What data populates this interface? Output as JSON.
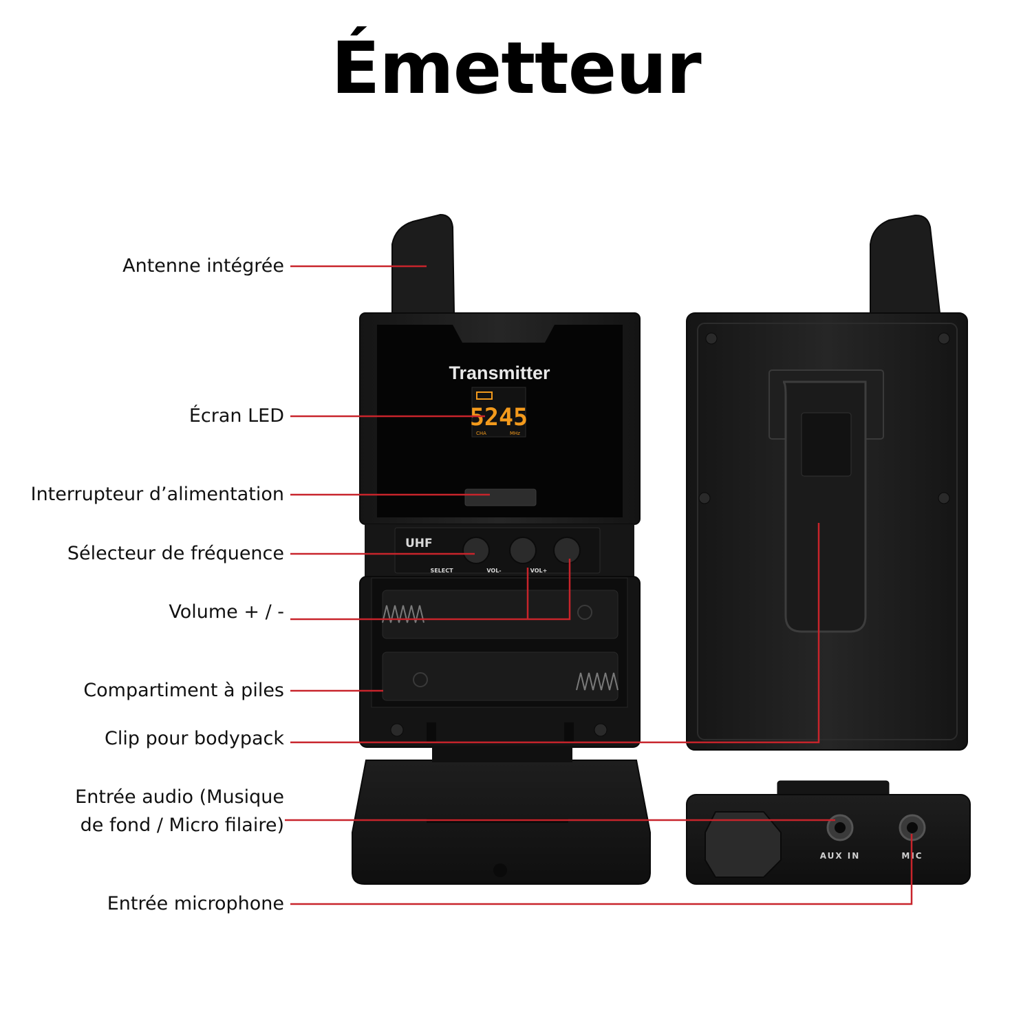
{
  "title": "Émetteur",
  "labels": {
    "antenna": "Antenne intégrée",
    "screen": "Écran LED",
    "power": "Interrupteur d’alimentation",
    "freq": "Sélecteur de fréquence",
    "volume": "Volume + / -",
    "battery": "Compartiment à piles",
    "clip": "Clip pour bodypack",
    "audio_in_line1": "Entrée audio (Musique",
    "audio_in_line2": "de fond / Micro filaire)",
    "mic_in": "Entrée microphone"
  },
  "device": {
    "printed_name": "Transmitter",
    "band": "UHF",
    "display_value": "5245",
    "display_left_tag": "CHA",
    "display_right_tag": "MHz",
    "button_labels": [
      "SELECT",
      "VOL-",
      "VOL+"
    ],
    "jack_labels": [
      "AUX IN",
      "MIC"
    ]
  },
  "colors": {
    "leader_line": "#c8242b",
    "led": "#f39a1c",
    "body": "#1a1a1a"
  }
}
